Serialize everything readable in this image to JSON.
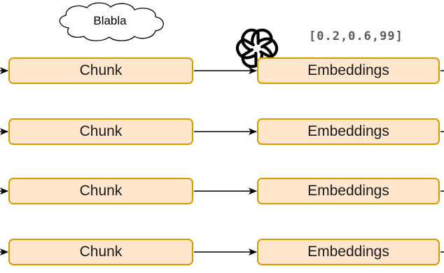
{
  "diagram": {
    "cloud": {
      "label": "Blabla"
    },
    "vector_label": "[0.2,0.6,99]",
    "logo_icon": "openai-logo-icon",
    "rows": [
      {
        "chunk_label": "Chunk",
        "embedding_label": "Embeddings"
      },
      {
        "chunk_label": "Chunk",
        "embedding_label": "Embeddings"
      },
      {
        "chunk_label": "Chunk",
        "embedding_label": "Embeddings"
      },
      {
        "chunk_label": "Chunk",
        "embedding_label": "Embeddings"
      }
    ],
    "colors": {
      "box_fill": "#ffe6cc",
      "box_stroke": "#d79b00",
      "arrow": "#000000",
      "vector_text": "#595959"
    }
  }
}
